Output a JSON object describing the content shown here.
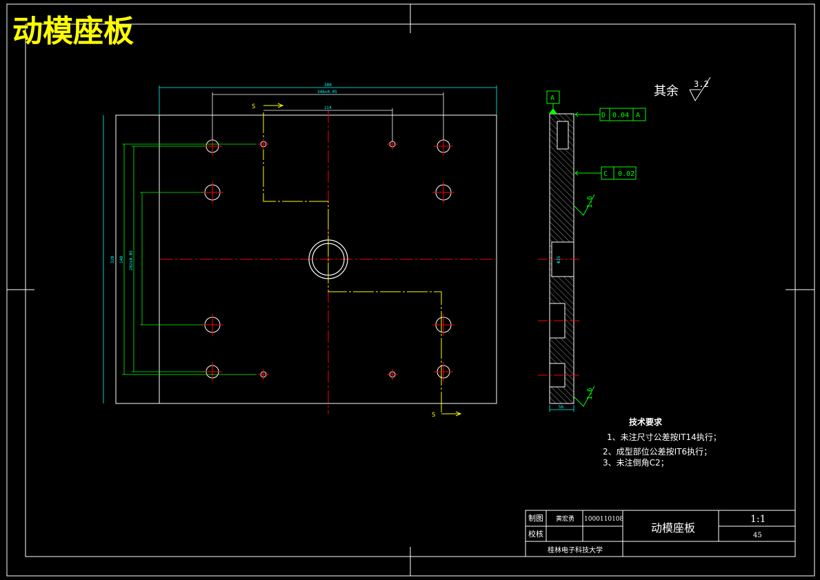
{
  "drawing_title": "动模座板",
  "surface_note": {
    "prefix": "其余",
    "value": "3.2"
  },
  "tech_requirements": {
    "heading": "技术要求",
    "items": [
      "1、未注尺寸公差按IT14执行；",
      "2、成型部位公差按IT6执行；",
      "3、未注倒角C2；"
    ]
  },
  "section_marks": {
    "top": "S",
    "bottom": "S"
  },
  "dimensions": {
    "overall_width": "380",
    "hole_span": "346±0.05",
    "inner_span": "114",
    "overall_height": "320",
    "vertical_a": "140",
    "vertical_b": "202±0.05",
    "side_depth": "56",
    "bore": "Φ35"
  },
  "tolerances": {
    "datum_a": "A",
    "flatness": {
      "symbol": "D",
      "value": "0.04",
      "ref": "A"
    },
    "parallel": {
      "symbol": "C",
      "value": "0.02"
    }
  },
  "roughness_marks": [
    "1.6",
    "1.6"
  ],
  "title_block": {
    "drawn_label": "制图",
    "drawn_name": "黄宏勇",
    "drawn_id": "1000110108",
    "check_label": "校核",
    "part_name": "动模座板",
    "scale": "1:1",
    "material": "45",
    "school": "桂林电子科技大学"
  }
}
